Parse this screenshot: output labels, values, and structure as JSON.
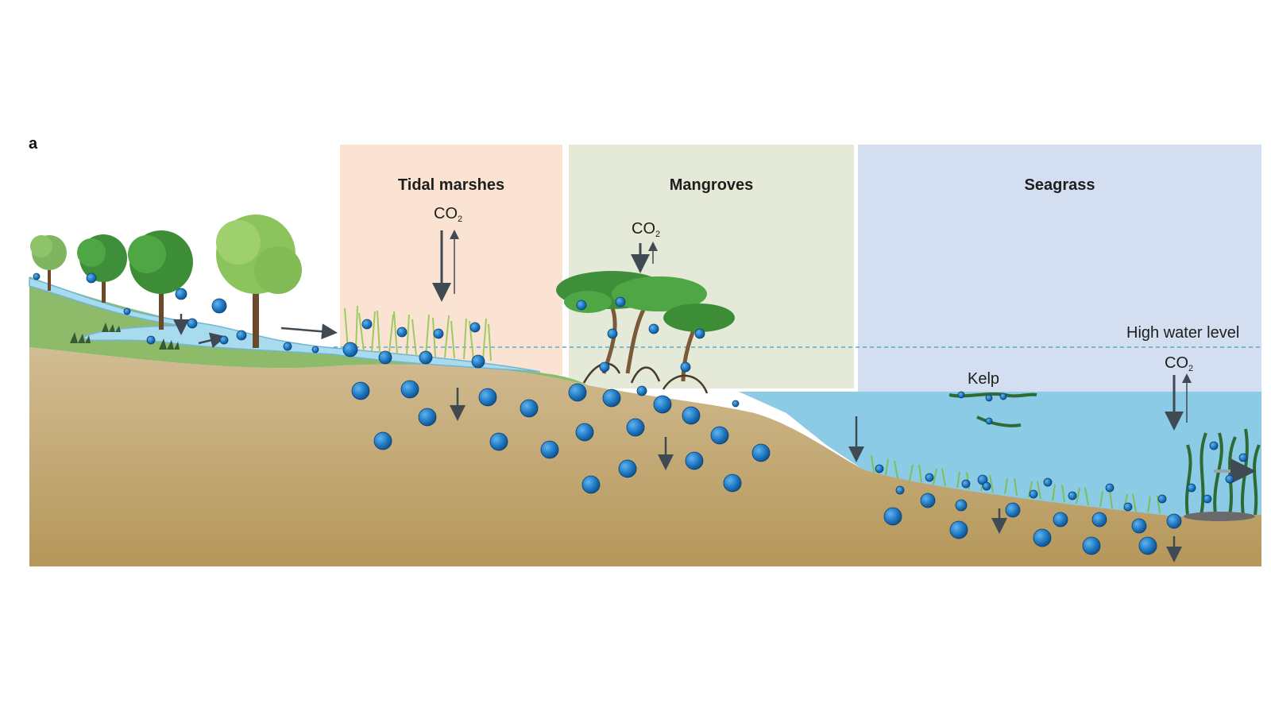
{
  "panel": {
    "letter": "a"
  },
  "zones": {
    "tidal_marshes": {
      "title": "Tidal marshes",
      "color": "#fae3d3"
    },
    "mangroves": {
      "title": "Mangroves",
      "color": "#e4ead7"
    },
    "seagrass": {
      "title": "Seagrass",
      "color": "#d3dff0"
    }
  },
  "labels": {
    "co2_main": "CO",
    "co2_sub": "2",
    "kelp": "Kelp",
    "high_water_level": "High water level"
  },
  "colors": {
    "sediment_top": "#cdb58c",
    "sediment_bottom": "#b79a62",
    "land_green": "#8dbb6a",
    "water": "#8ccbe6",
    "carbon_particle": "#1f78c1",
    "arrow": "#404a52"
  }
}
